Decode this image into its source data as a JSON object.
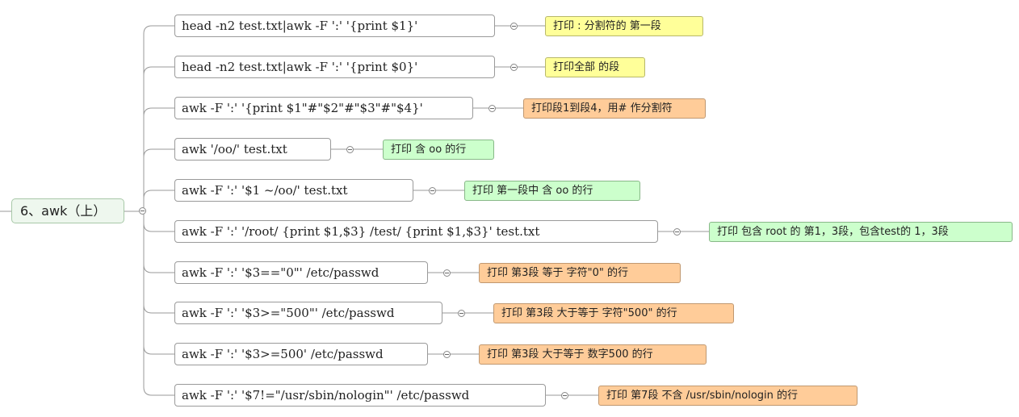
{
  "root": {
    "label": "6、awk（上）"
  },
  "branches": [
    {
      "command": "head -n2 test.txt|awk -F ':' '{print $1}'",
      "note": "打印 : 分割符的 第一段",
      "color": "yellow"
    },
    {
      "command": "head -n2 test.txt|awk -F ':' '{print $0}'",
      "note": "打印全部 的段",
      "color": "yellow"
    },
    {
      "command": "awk -F ':' '{print $1\"#\"$2\"#\"$3\"#\"$4}'",
      "note": "打印段1到段4，用# 作分割符",
      "color": "orange"
    },
    {
      "command": "awk '/oo/' test.txt",
      "note": "打印 含 oo 的行",
      "color": "green"
    },
    {
      "command": "awk -F ':' '$1 ~/oo/' test.txt",
      "note": "打印 第一段中  含 oo 的行",
      "color": "green"
    },
    {
      "command": "awk -F ':' '/root/ {print $1,$3} /test/ {print $1,$3}' test.txt",
      "note": "打印 包含 root 的 第1，3段，包含test的 1，3段",
      "color": "green"
    },
    {
      "command": "awk -F ':' '$3==\"0\"' /etc/passwd",
      "note": "打印 第3段  等于 字符\"0\" 的行",
      "color": "orange"
    },
    {
      "command": "awk -F ':' '$3>=\"500\"' /etc/passwd",
      "note": "打印 第3段  大于等于 字符\"500\" 的行",
      "color": "orange"
    },
    {
      "command": "awk -F ':' '$3>=500' /etc/passwd",
      "note": "打印 第3段  大于等于 数字500 的行",
      "color": "orange"
    },
    {
      "command": "awk -F ':' '$7!=\"/usr/sbin/nologin\"' /etc/passwd",
      "note": "打印 第7段 不含 /usr/sbin/nologin 的行",
      "color": "orange"
    }
  ]
}
